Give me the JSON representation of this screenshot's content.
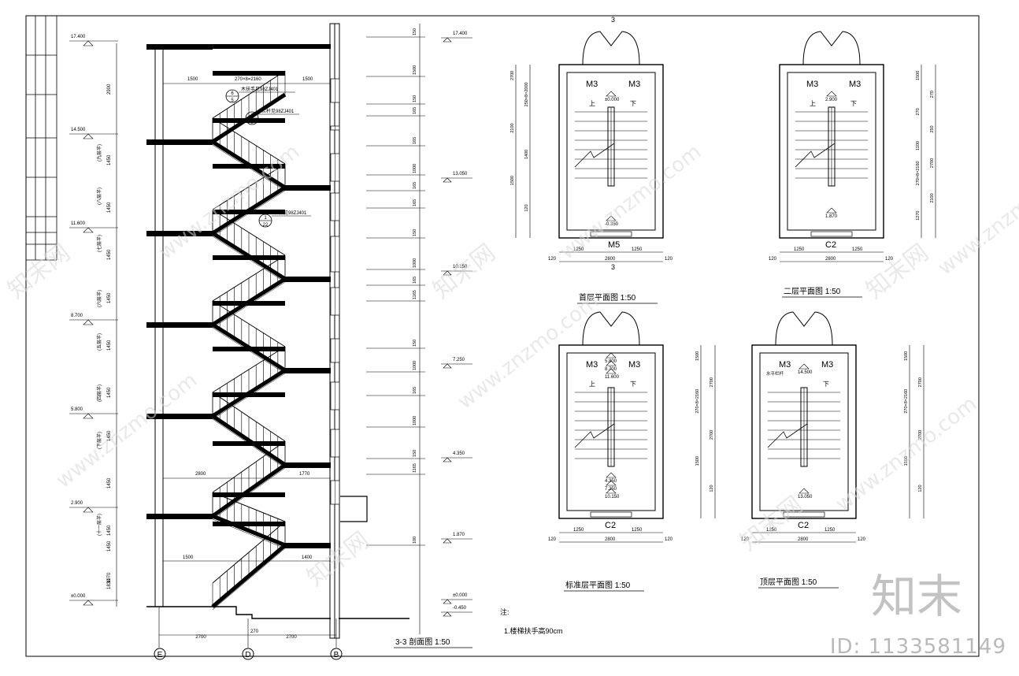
{
  "section": {
    "title": "3-3 剖面图 1:50",
    "level_labels": [
      "17.400",
      "14.500",
      "11.600",
      "8.700",
      "5.800",
      "2.900",
      "±0.000"
    ],
    "right_level_labels": [
      "17.400",
      "13.050",
      "10.150",
      "7.250",
      "4.350",
      "1.870",
      "±0.000",
      "-0.450"
    ],
    "floor_notes": [
      "(九层半)",
      "(八层半)",
      "(七层半)",
      "(六层半)",
      "(五层半)",
      "(四层半)",
      "(下层半)",
      "(十一层半)"
    ],
    "left_dims": [
      "2900",
      "1450",
      "1450",
      "1450",
      "1450",
      "1450",
      "1450",
      "1450",
      "1450",
      "1450",
      "1450",
      "1070",
      "1830"
    ],
    "top_dims": [
      "1500",
      "270×8=2160",
      "1500"
    ],
    "mid_dims": [
      "2800",
      "1770"
    ],
    "bottom_stair_dims": [
      "1500",
      "1400"
    ],
    "axis_dims": [
      "2700",
      "270",
      "2700"
    ],
    "axes": [
      "E",
      "D",
      "B"
    ],
    "callouts": [
      {
        "num": "6",
        "den": "5",
        "text": "木扶手见98ZJ401"
      },
      {
        "num": "1",
        "den": "5",
        "text": "栏杆见98ZJ401"
      },
      {
        "num": "1",
        "den": "22",
        "text": "栏杆见98ZJ401"
      }
    ],
    "right_dims": [
      "150",
      "1500",
      "150",
      "165",
      "165",
      "1000",
      "165",
      "165",
      "150",
      "1000",
      "165",
      "1165",
      "150",
      "1000",
      "165",
      "1000",
      "150",
      "1165",
      "100"
    ]
  },
  "plans": [
    {
      "id": "ground",
      "title": "首层平面图 1:50",
      "doors": [
        "M3",
        "M3"
      ],
      "levels": [
        "±0.000",
        "-0.350"
      ],
      "up": "上",
      "down": "下",
      "section_mark": "3",
      "bottom_dims": [
        "1250",
        "1250",
        "2800"
      ],
      "edge_dims": [
        "120",
        "120"
      ],
      "side_dims": [
        "2700",
        "250×8=2000",
        "2100",
        "1400",
        "1500",
        "120"
      ],
      "door_tag": "M5"
    },
    {
      "id": "second",
      "title": "二层平面图 1:50",
      "doors": [
        "M3",
        "M3"
      ],
      "levels": [
        "2.900",
        "1.870"
      ],
      "up": "上",
      "down": "下",
      "bottom_dims": [
        "1250",
        "1250",
        "2800"
      ],
      "edge_dims": [
        "120",
        "120"
      ],
      "side_dims": [
        "1500",
        "270",
        "270",
        "250",
        "1100",
        "2700",
        "270×8=2160",
        "2100",
        "1270"
      ],
      "window_tag": "C2"
    },
    {
      "id": "typical",
      "title": "标准层平面图 1:50",
      "doors": [
        "M3",
        "M3"
      ],
      "levels": [
        "5.800",
        "8.700",
        "11.600",
        "4.350",
        "7.250",
        "10.150"
      ],
      "up": "上",
      "down": "下",
      "bottom_dims": [
        "1250",
        "1250",
        "2800"
      ],
      "edge_dims": [
        "120",
        "120"
      ],
      "side_dims": [
        "1500",
        "2700",
        "270×8=2160",
        "2700",
        "1500",
        "120"
      ],
      "window_tag": "C2"
    },
    {
      "id": "top",
      "title": "顶层平面图 1:50",
      "doors": [
        "M3",
        "M3"
      ],
      "levels": [
        "14.500",
        "13.050"
      ],
      "down": "下",
      "rail_note": "水平栏杆",
      "bottom_dims": [
        "1250",
        "1250",
        "2800"
      ],
      "edge_dims": [
        "120",
        "120"
      ],
      "side_dims": [
        "1500",
        "2700",
        "270×8=2160",
        "2700",
        "1500",
        "120"
      ],
      "window_tag": "C2"
    }
  ],
  "notes": {
    "heading": "注:",
    "items": [
      "1.楼梯扶手高90cm"
    ]
  },
  "watermarks": {
    "diag": "www.znzmo.com",
    "brand": "知末网",
    "logo": "知末",
    "id": "ID: 1133581149"
  }
}
